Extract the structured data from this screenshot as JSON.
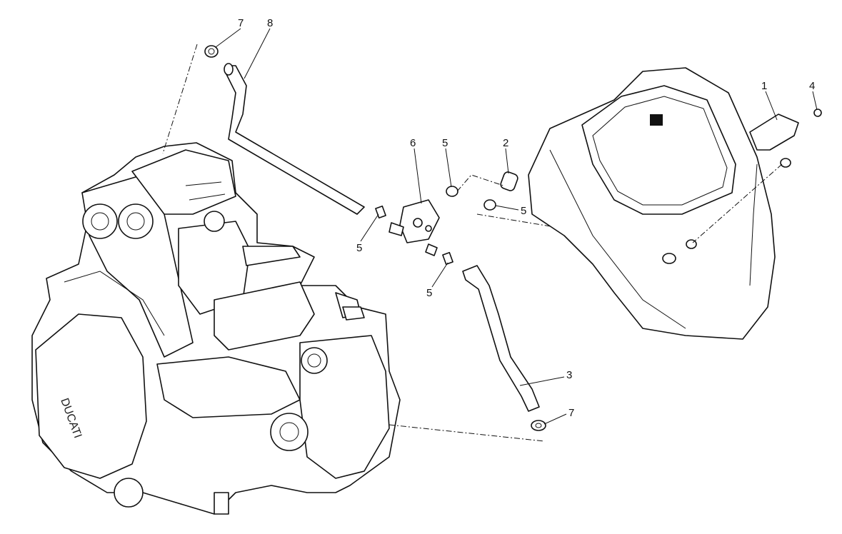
{
  "diagram": {
    "logo_text": "DUCATI",
    "callouts": [
      {
        "id": "c7a",
        "label": "7"
      },
      {
        "id": "c8",
        "label": "8"
      },
      {
        "id": "c6",
        "label": "6"
      },
      {
        "id": "c5a",
        "label": "5"
      },
      {
        "id": "c2",
        "label": "2"
      },
      {
        "id": "c1",
        "label": "1"
      },
      {
        "id": "c4",
        "label": "4"
      },
      {
        "id": "c5b",
        "label": "5"
      },
      {
        "id": "c5c",
        "label": "5"
      },
      {
        "id": "c5d",
        "label": "5"
      },
      {
        "id": "c3",
        "label": "3"
      },
      {
        "id": "c7b",
        "label": "7"
      }
    ]
  }
}
